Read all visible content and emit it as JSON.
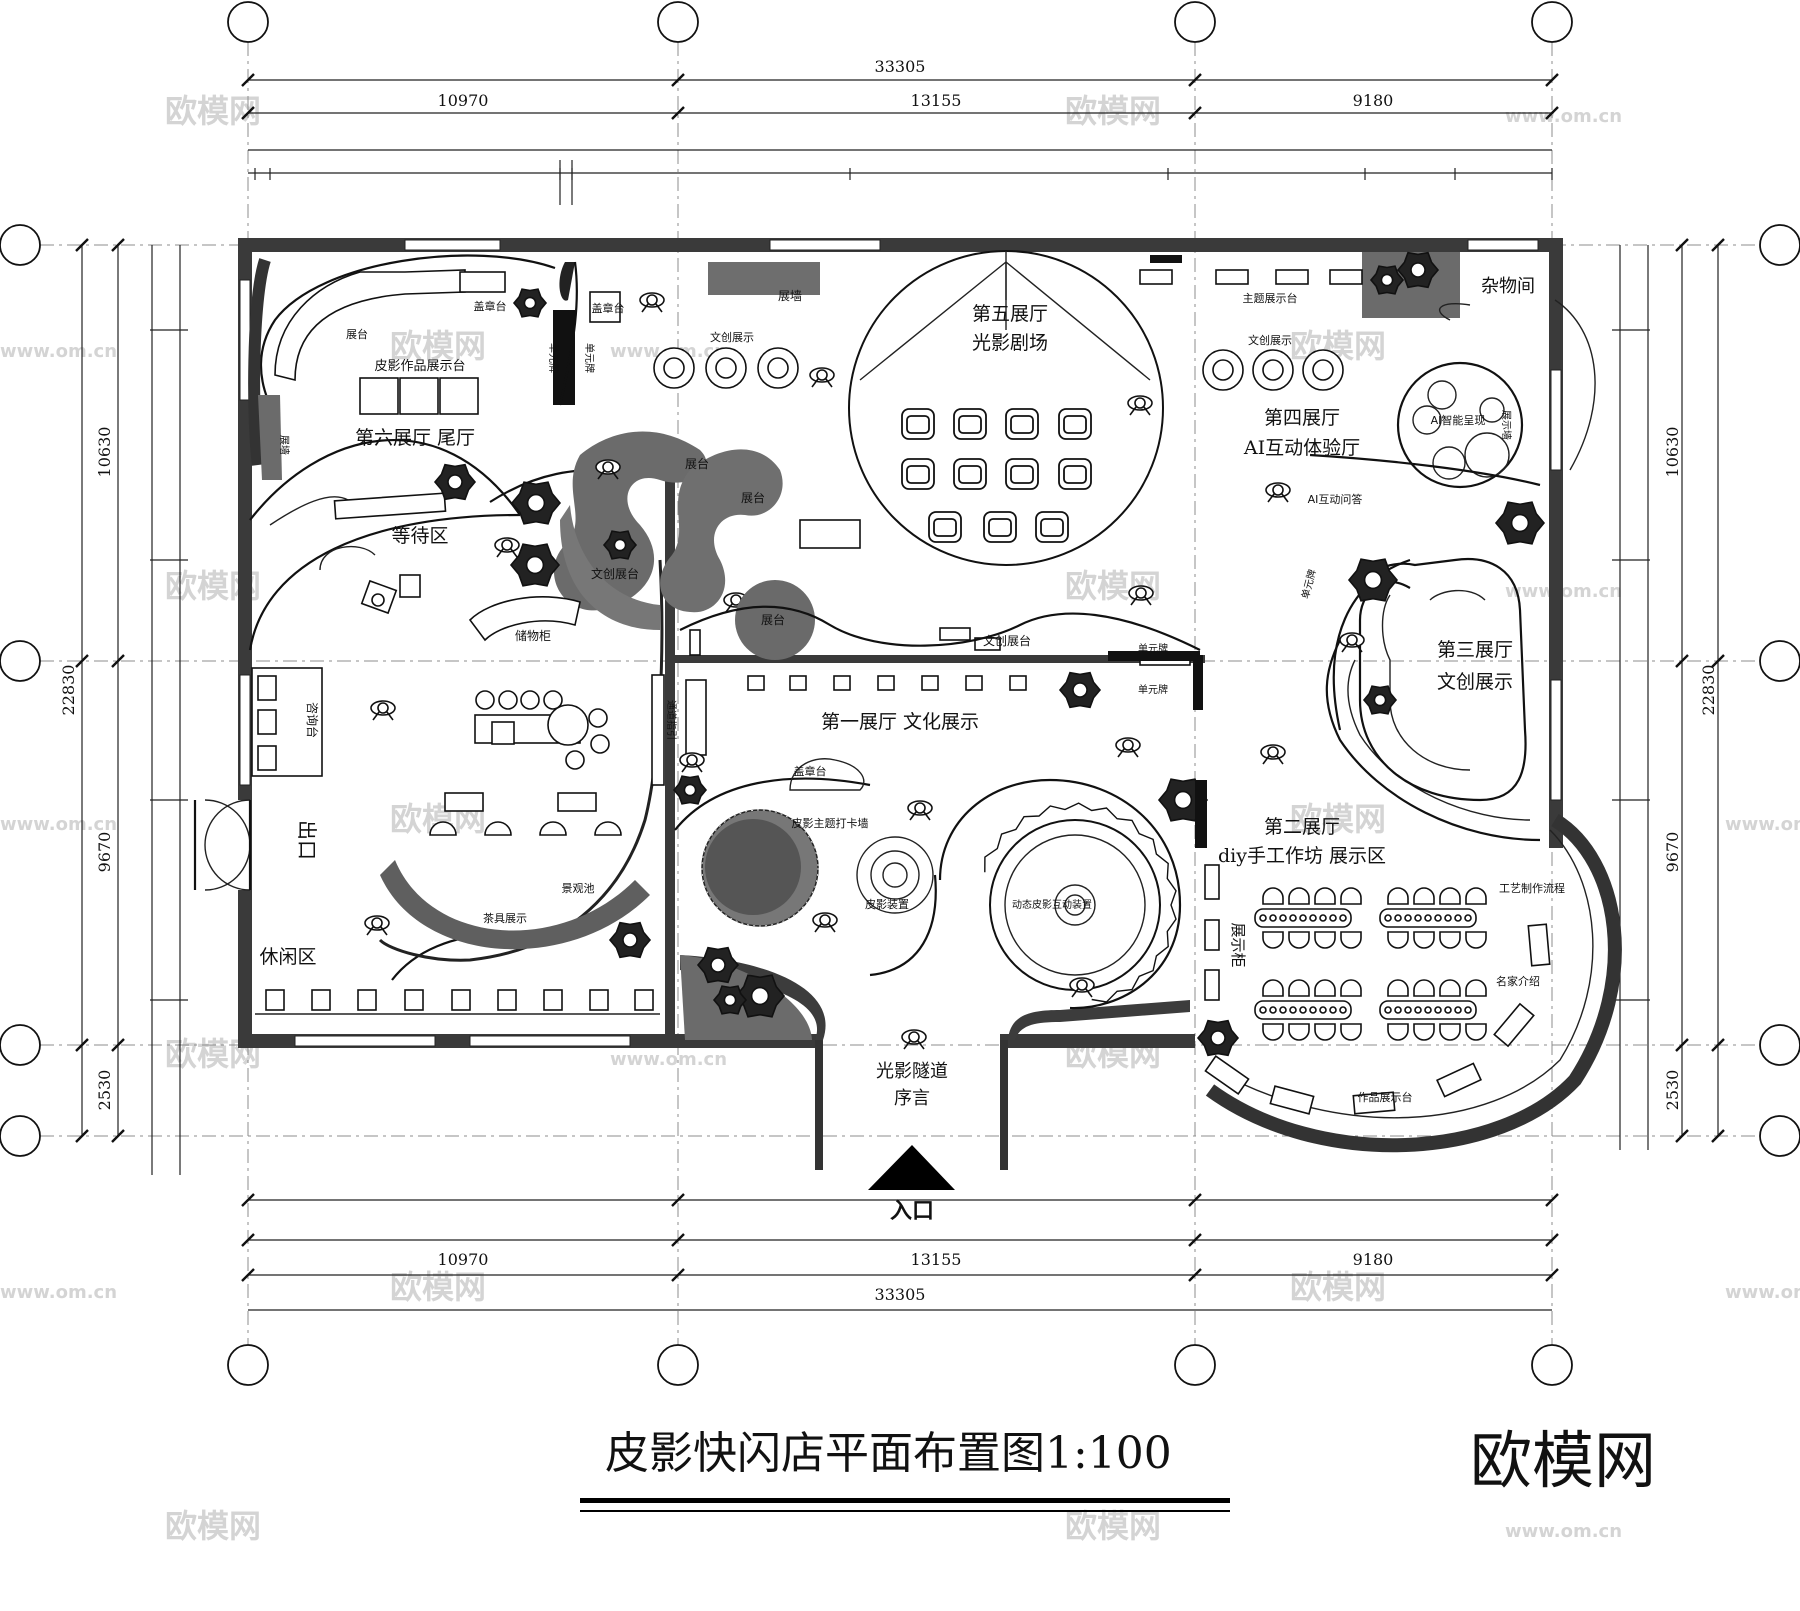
{
  "title": "皮影快闪店平面布置图1:100",
  "brand": "欧模网",
  "watermark": {
    "text": "欧模网",
    "url": "www.om.cn"
  },
  "dimensions": {
    "top_total": "33305",
    "top_segments": [
      "10970",
      "13155",
      "9180"
    ],
    "bottom_total": "33305",
    "bottom_segments": [
      "10970",
      "13155",
      "9180"
    ],
    "left_total": "22830",
    "left_segments": [
      "10630",
      "9670",
      "2530"
    ],
    "right_total": "22830",
    "right_segments": [
      "10630",
      "9670",
      "2530"
    ]
  },
  "rooms": {
    "hall1": "第一展厅  文化展示",
    "hall2_title": "第二展厅",
    "hall2_sub": "diy手工作坊  展示区",
    "hall3_title": "第三展厅",
    "hall3_sub": "文创展示",
    "hall4_title": "第四展厅",
    "hall4_sub": "AI互动体验厅",
    "hall5_title": "第五展厅",
    "hall5_sub": "光影剧场",
    "hall6": "第六展厅   尾厅",
    "waiting": "等待区",
    "leisure": "休闲区",
    "storage": "杂物间",
    "tunnel_title": "光影隧道",
    "tunnel_sub": "序言",
    "entrance": "入口",
    "exit": "出口"
  },
  "labels": {
    "stamp_top": "盖章台",
    "stamp_top2": "盖章台",
    "stamp_center": "盖章台",
    "exhibit_wall": "展墙",
    "exhibit_wall_left": "展墙",
    "exhibit_stand_left": "展台",
    "works_display": "皮影作品展示台",
    "creative_display_top": "文创展示",
    "creative_display_right": "文创展示",
    "theme_display": "主题展示台",
    "unit_sign1": "单元牌",
    "unit_sign2": "单元牌",
    "unit_sign3": "单元牌",
    "unit_sign4": "单元牌",
    "unit_sign5": "单元牌",
    "ai_smart": "AI智能呈现",
    "ai_qa": "AI互动问答",
    "display_wall_right": "展示墙",
    "zhantai1": "展台",
    "zhantai2": "展台",
    "zhantai3": "展台",
    "wenchuang1": "文创展台",
    "wenchuang2": "文创展台",
    "storage_cabinet": "储物柜",
    "consult_desk": "咨询台",
    "landscape_pool": "景观池",
    "tea_display": "茶具展示",
    "checkin_wall": "皮影主题打卡墙",
    "shadow_install": "皮影装置",
    "dynamic_install": "动态皮影互动装置",
    "display_cabinet": "展示柜",
    "craft_process": "工艺制作流程",
    "master_intro": "名家介绍",
    "works_stand": "作品展示台",
    "pass_sign": "通道指引"
  }
}
